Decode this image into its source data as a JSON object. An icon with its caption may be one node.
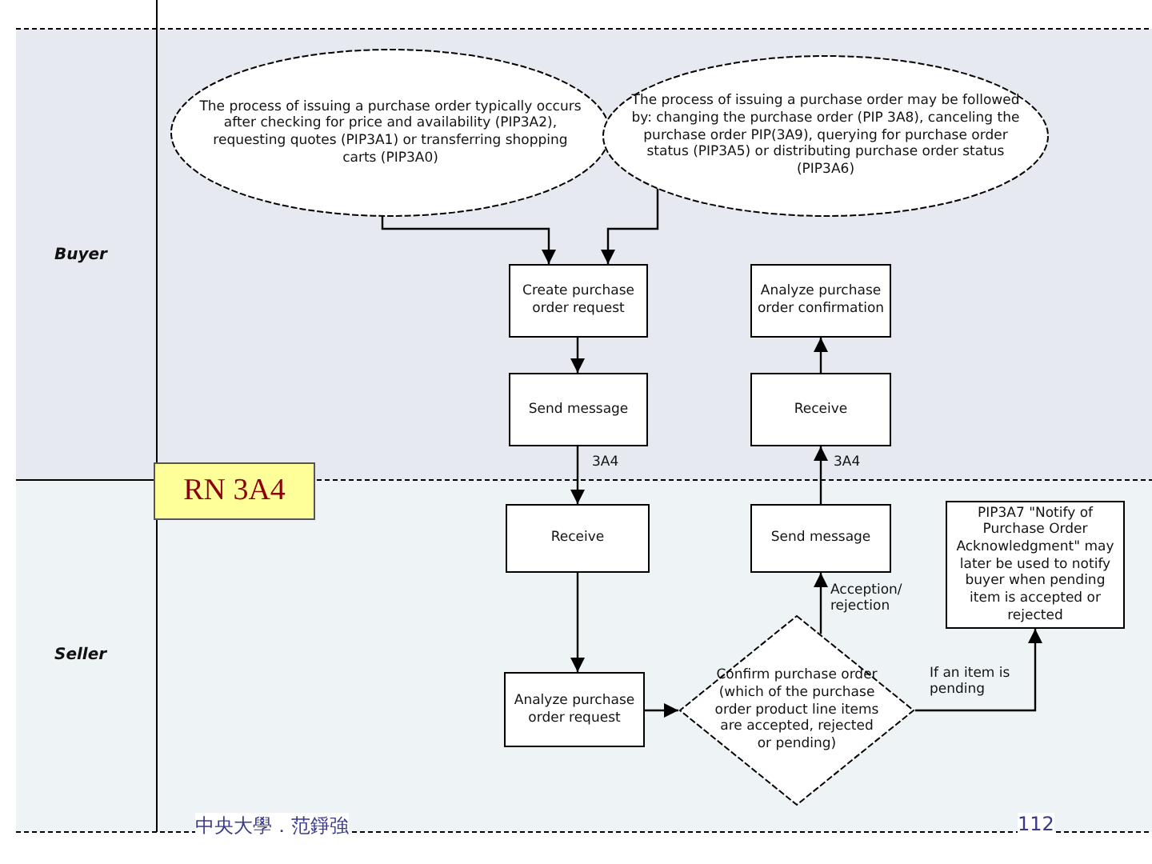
{
  "diagram": {
    "nodes": [
      {
        "text": [
          "Buyer"
        ]
      },
      {
        "text": [
          "Seller"
        ]
      },
      {
        "text": [
          "The process of issuing a purchase order typically occurs after checking for price and availability (PIP3A2), requesting quotes (PIP3A1) or transferring shopping carts (PIP3A0)"
        ],
        "in": 0
      },
      {
        "text": [
          "The process of issuing a purchase order may be followed by: changing the purchase order (PIP 3A8), canceling the purchase order PIP(3A9), querying for purchase order status (PIP3A5) or distributing purchase order status (PIP3A6)"
        ],
        "in": 0
      },
      {
        "text": [
          "Create purchase order request"
        ],
        "in": 0
      },
      {
        "text": [
          "Analyze purchase order confirmation"
        ],
        "in": 0
      },
      {
        "text": [
          "Send message"
        ],
        "in": 0
      },
      {
        "text": [
          "Receive"
        ],
        "in": 0
      },
      {
        "text": [
          "RN 3A4"
        ]
      },
      {
        "text": [
          "Receive"
        ],
        "in": 1
      },
      {
        "text": [
          "Send message"
        ],
        "in": 1
      },
      {
        "text": [
          "PIP3A7 \"Notify of Purchase Order Acknowledgment\" may later be used to notify buyer when pending item is accepted or rejected"
        ],
        "in": 1
      },
      {
        "text": [
          "Analyze purchase order request"
        ],
        "in": 1
      },
      {
        "text": [
          "Confirm purchase order (which of the purchase order product line items are accepted, rejected or pending)"
        ],
        "in": 1
      }
    ],
    "edges": [
      {
        "from": 2,
        "to": 4,
        "arrow": "to"
      },
      {
        "from": 3,
        "to": 4,
        "arrow": "to"
      },
      {
        "from": 4,
        "to": 6,
        "arrow": "to"
      },
      {
        "from": 6,
        "to": 9,
        "arrow": "to",
        "label": "3A4"
      },
      {
        "from": 9,
        "to": 12,
        "arrow": "to"
      },
      {
        "from": 12,
        "to": 13,
        "arrow": "to"
      },
      {
        "from": 13,
        "to": 10,
        "arrow": "to",
        "label": "Acception/ rejection"
      },
      {
        "from": 10,
        "to": 7,
        "arrow": "to",
        "label": "3A4"
      },
      {
        "from": 7,
        "to": 5,
        "arrow": "to"
      },
      {
        "from": 13,
        "to": 11,
        "arrow": "to",
        "label": "If an item is pending"
      }
    ],
    "labels": [
      "中央大學．范錚強",
      "112"
    ]
  }
}
